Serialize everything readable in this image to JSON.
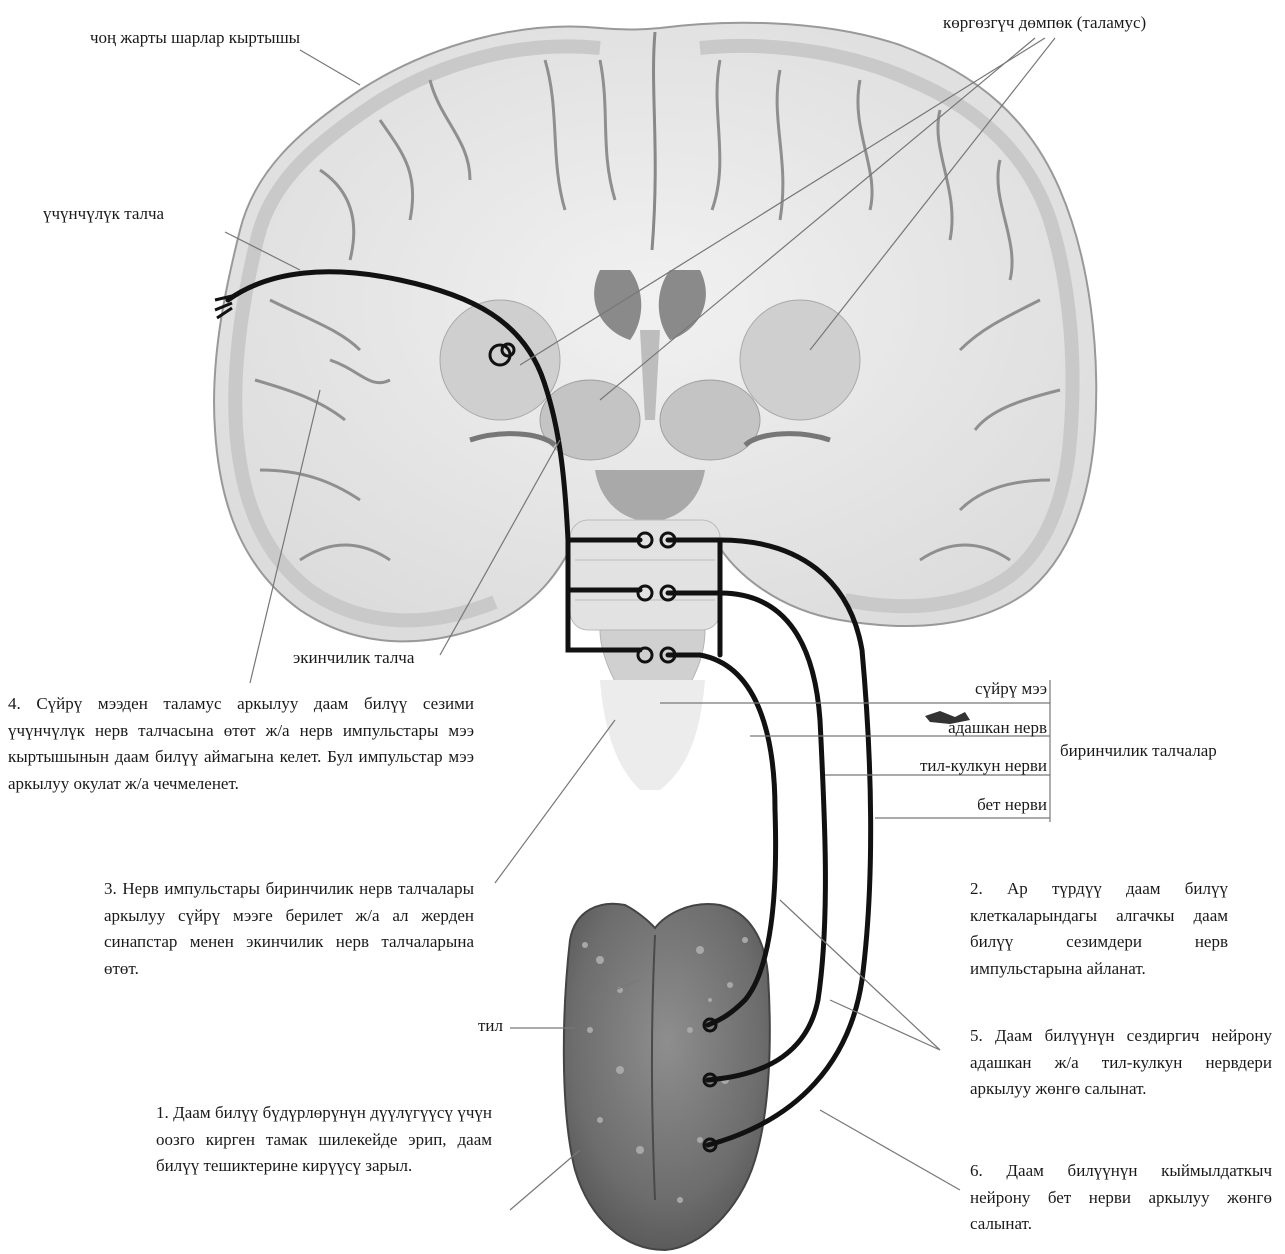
{
  "labels": {
    "cortex": "чоң жарты шарлар кыртышы",
    "thalamus": "көргөзгүч дөмпөк (таламус)",
    "tertiary_fiber": "үчүнчүлүк талча",
    "secondary_fiber": "экинчилик талча",
    "medulla": "сүйрү мээ",
    "vagus": "адашкан нерв",
    "glossopharyngeal": "тил-кулкун нерви",
    "facial": "бет нерви",
    "primary_fibers": "биринчилик талчалар",
    "tongue": "тил"
  },
  "steps": {
    "step1": "1. Даам билүү бүдүрлөрүнүн дүүлүгүүсү үчүн оозго кирген тамак шилекейде эрип, даам билүү тешиктерине кирүүсү зарыл.",
    "step2": "2. Ар түрдүү даам билүү клеткаларындагы алгачкы даам билүү сезимдери нерв импульстарына айланат.",
    "step3": "3. Нерв импульстары биринчилик нерв талчалары аркылуу сүйрү мээге берилет ж/а ал жерден синапстар менен экинчилик нерв талчаларына өтөт.",
    "step4": "4. Сүйрү мээден таламус аркылуу даам билүү сезими үчүнчүлүк нерв талчасына өтөт ж/а нерв импульстары мээ кыртышынын даам билүү аймагына келет. Бул импульстар мээ аркылуу окулат ж/а чечмеленет.",
    "step5": "5. Даам билүүнүн сездиргич нейрону адашкан ж/а тил-кулкун нервдери аркылуу жөнгө салынат.",
    "step6": "6. Даам билүүнүн кыймылдаткыч нейрону бет нерви аркылуу жөнгө салынат."
  }
}
